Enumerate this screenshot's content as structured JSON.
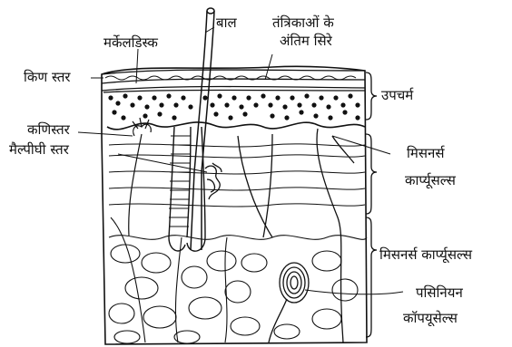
{
  "labels": {
    "hair": "बाल",
    "merkel_disc": "मर्केलडिस्क",
    "nerve_endings_l1": "तंत्रिकाओं के",
    "nerve_endings_l2": "अंतिम सिरे",
    "horny_layer": "किण स्तर",
    "epidermis": "उपचर्म",
    "granular_layer": "कणिस्तर",
    "malpighian_layer": "मैल्पीघी स्तर",
    "meissner_l1": "मिसनर्स",
    "meissner_l2": "कार्प्यूसल्स",
    "meissner_2": "मिसनर्स कार्प्यूसल्स",
    "pacinian_l1": "पसिनियन",
    "pacinian_l2": "कॉपयूसेल्स"
  }
}
